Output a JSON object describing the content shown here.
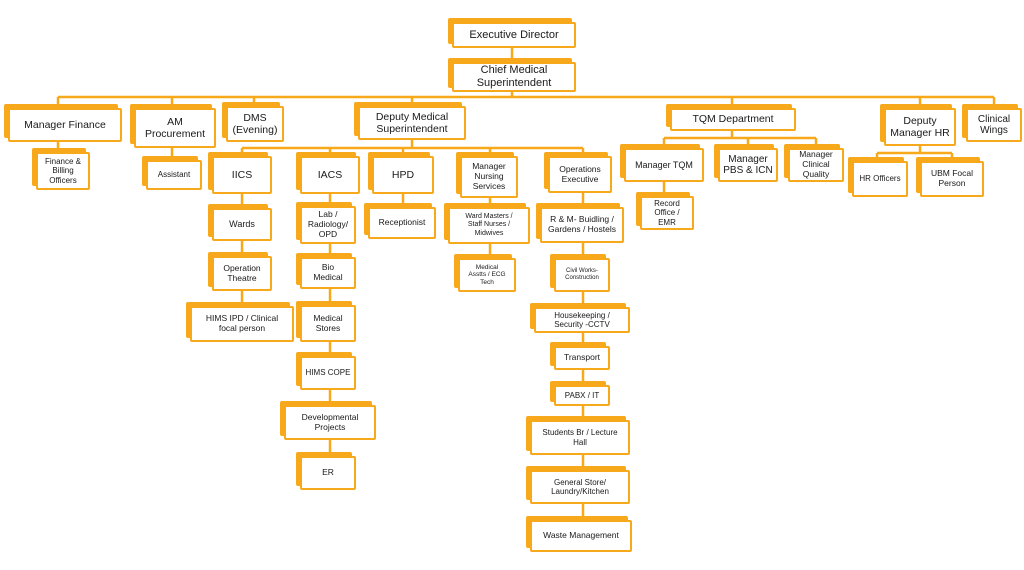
{
  "theme": {
    "accent": "#f7a81b",
    "text": "#1a1a1a",
    "background": "#ffffff"
  },
  "nodes": {
    "executive_director": "Executive Director",
    "cms": "Chief Medical\nSuperintendent",
    "manager_finance": "Manager Finance",
    "finance_billing": "Finance &\nBilling\nOfficers",
    "am_procurement": "AM\nProcurement",
    "assistant": "Assistant",
    "dms": "DMS\n(Evening)",
    "deputy_ms": "Deputy Medical\nSuperintendent",
    "iics": "IICS",
    "wards": "Wards",
    "operation_theatre": "Operation\nTheatre",
    "hims_ipd": "HIMS IPD  / Clinical\nfocal person",
    "iacs": "IACS",
    "lab_radiology": "Lab /\nRadiology/\nOPD",
    "bio_medical": "Bio\nMedical",
    "medical_stores": "Medical\nStores",
    "hims_cope": "HIMS COPE",
    "developmental_projects": "Developmental\nProjects",
    "er": "ER",
    "hpd": "HPD",
    "receptionist": "Receptionist",
    "manager_nursing": "Manager\nNursing\nServices",
    "ward_masters": "Ward  Masters /\nStaff Nurses /\nMidwives",
    "medical_assts": "Medical\nAsstts / ECG\nTech",
    "operations_exec": "Operations\nExecutive",
    "rm_building": "R & M- Buidling /\nGardens / Hostels",
    "civil_works": "Civil Works-\nConstruction",
    "housekeeping": "Housekeeping /\nSecurity -CCTV",
    "transport": "Transport",
    "pabx": "PABX / IT",
    "students_br": "Students Br / Lecture\nHall",
    "general_store": "General Store/\nLaundry/Kitchen",
    "waste_mgmt": "Waste Management",
    "tqm_dept": "TQM Department",
    "manager_tqm": "Manager TQM",
    "record_office": "Record\nOffice /\nEMR",
    "manager_pbs": "Manager\nPBS & ICN",
    "manager_clinical": "Manager\nClinical\nQuality",
    "deputy_hr": "Deputy\nManager HR",
    "hr_officers": "HR Officers",
    "ubm_focal": "UBM Focal\nPerson",
    "clinical_wings": "Clinical\nWings"
  }
}
